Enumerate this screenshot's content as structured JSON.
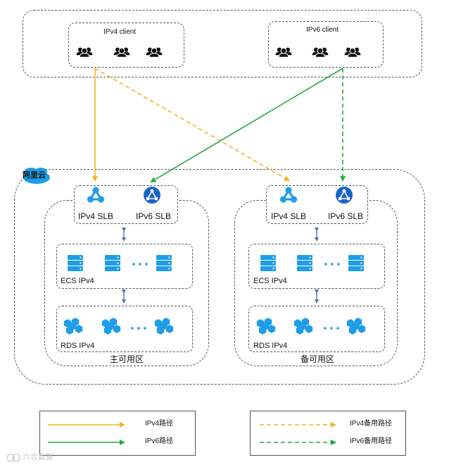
{
  "clients": {
    "ipv4": {
      "label": "IPv4 client"
    },
    "ipv6": {
      "label": "IPv6 client"
    }
  },
  "cloud": {
    "label": "阿里云"
  },
  "zones": [
    {
      "name": "主可用区",
      "slb_v4": "IPv4 SLB",
      "slb_v6": "IPv6 SLB",
      "ecs": "ECS IPv4",
      "rds": "RDS IPv4"
    },
    {
      "name": "备可用区",
      "slb_v4": "IPv4 SLB",
      "slb_v6": "IPv6 SLB",
      "ecs": "ECS IPv4",
      "rds": "RDS IPv4"
    }
  ],
  "legend": {
    "ipv4_path": "IPv4路径",
    "ipv6_path": "IPv6路径",
    "ipv4_backup_path": "IPv4备用路径",
    "ipv6_backup_path": "IPv6备用路径"
  },
  "watermark": "六合数据",
  "colors": {
    "ipv4": "#f5b324",
    "ipv6": "#28a745",
    "icon_blue": "#1e9de8",
    "slb_v6": "#1a63c8",
    "connector": "#5a6fb0"
  },
  "icons": [
    "users-icon",
    "slb-icon",
    "server-stack-icon",
    "rds-cube-icon"
  ]
}
